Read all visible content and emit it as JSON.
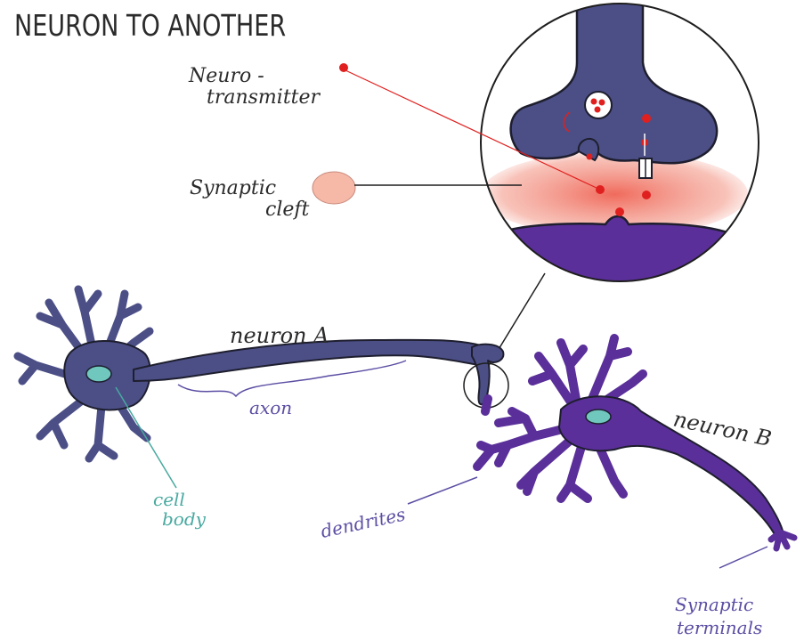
{
  "title": "NEURON TO ANOTHER",
  "labels": {
    "neurotransmitter_line1": "Neuro -",
    "neurotransmitter_line2": "transmitter",
    "synaptic_cleft_line1": "Synaptic",
    "synaptic_cleft_line2": "cleft",
    "neuron_a": "neuron A",
    "axon": "axon",
    "cell_body_line1": "cell",
    "cell_body_line2": "body",
    "neuron_b": "neuron B",
    "dendrites": "dendrites",
    "synaptic_terminals_line1": "Synaptic",
    "synaptic_terminals_line2": "terminals"
  },
  "colors": {
    "neuron_a": "#4b4f86",
    "neuron_b": "#5a2f99",
    "nucleus": "#6fc7bd",
    "cleft": "#f2826f",
    "neurotransmitter": "#e0201f",
    "label_dark": "#2b2b2b",
    "label_purple": "#5b4ea3",
    "label_teal": "#49a9a0"
  }
}
